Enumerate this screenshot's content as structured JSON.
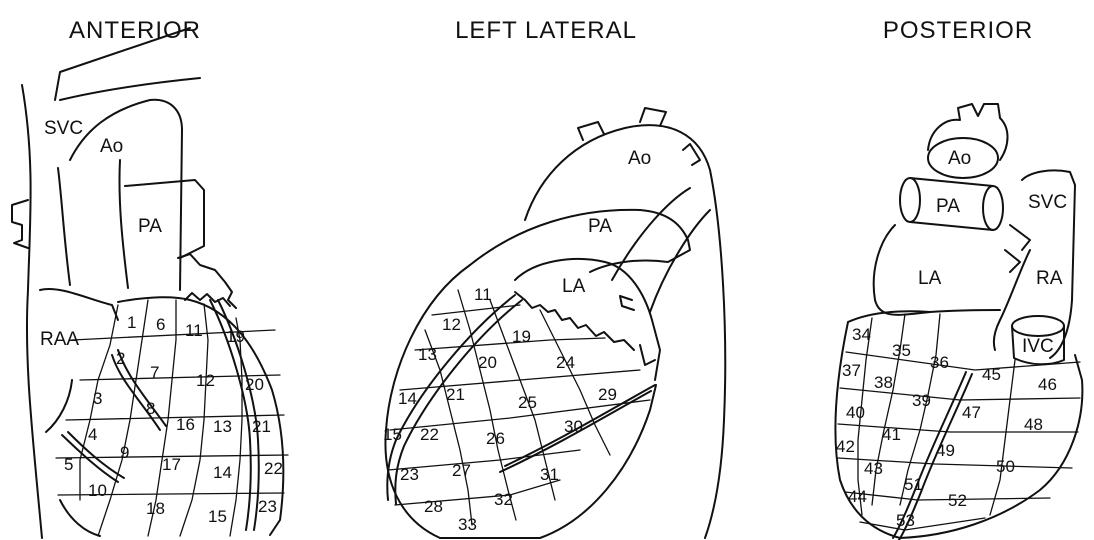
{
  "views": [
    {
      "id": "anterior",
      "title": "ANTERIOR",
      "structures": [
        "SVC",
        "Ao",
        "PA",
        "RAA"
      ],
      "segments": [
        "1",
        "2",
        "3",
        "4",
        "5",
        "6",
        "7",
        "8",
        "9",
        "10",
        "11",
        "12",
        "13",
        "14",
        "15",
        "16",
        "17",
        "18",
        "19",
        "20",
        "21",
        "22",
        "23"
      ]
    },
    {
      "id": "left-lateral",
      "title": "LEFT LATERAL",
      "structures": [
        "Ao",
        "PA",
        "LA"
      ],
      "segments": [
        "11",
        "12",
        "13",
        "14",
        "15",
        "19",
        "20",
        "21",
        "22",
        "23",
        "24",
        "25",
        "26",
        "27",
        "28",
        "29",
        "30",
        "31",
        "32",
        "33"
      ]
    },
    {
      "id": "posterior",
      "title": "POSTERIOR",
      "structures": [
        "Ao",
        "PA",
        "SVC",
        "LA",
        "RA",
        "IVC"
      ],
      "segments": [
        "34",
        "35",
        "36",
        "37",
        "38",
        "39",
        "40",
        "41",
        "42",
        "43",
        "44",
        "45",
        "46",
        "47",
        "48",
        "49",
        "50",
        "51",
        "52",
        "53"
      ]
    }
  ]
}
